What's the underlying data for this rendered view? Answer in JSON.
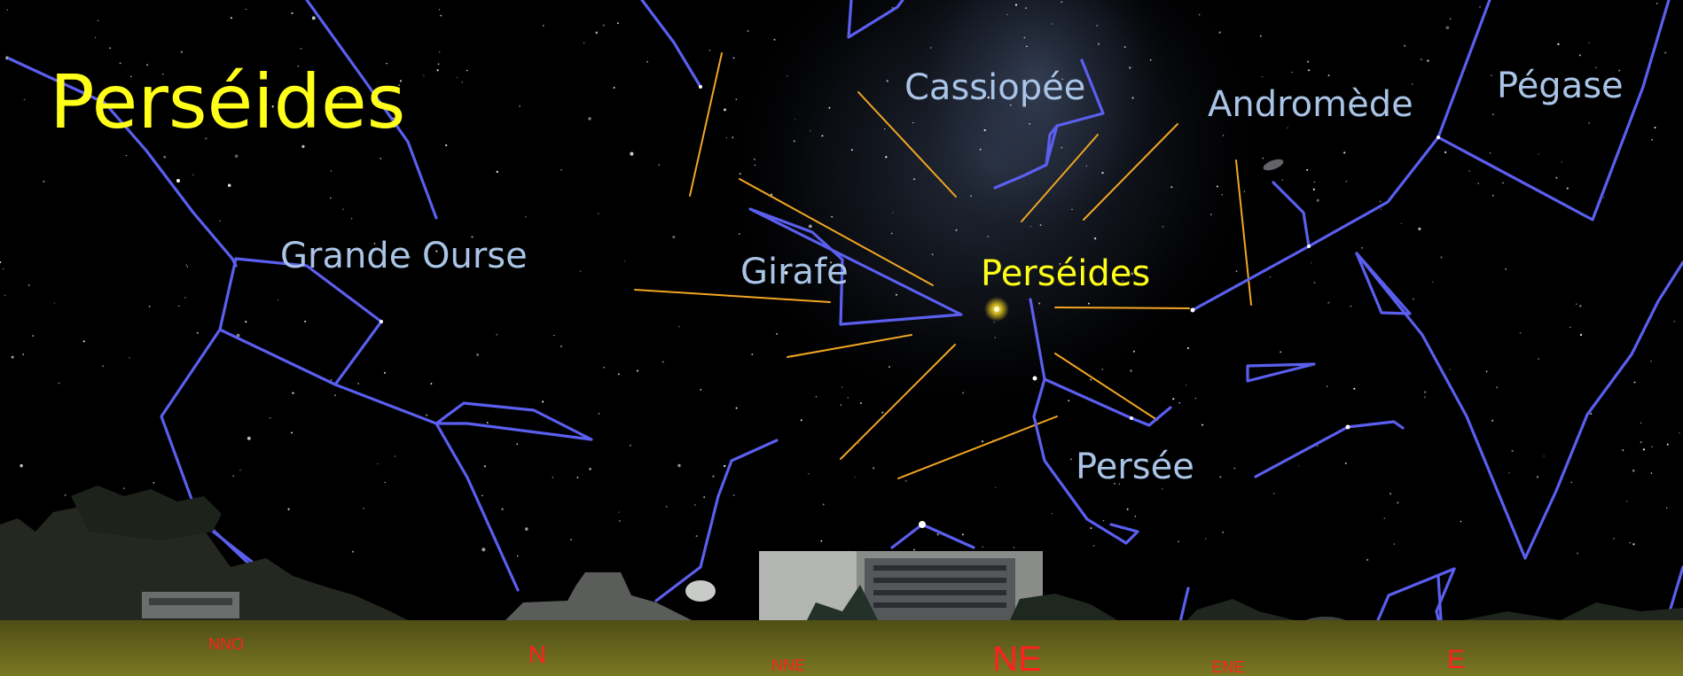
{
  "title": "Perséides",
  "radiant": {
    "label": "Perséides"
  },
  "constellations": [
    {
      "id": "grande-ourse",
      "label": "Grande Ourse"
    },
    {
      "id": "girafe",
      "label": "Girafe"
    },
    {
      "id": "cassiopee",
      "label": "Cassiopée"
    },
    {
      "id": "andromede",
      "label": "Andromède"
    },
    {
      "id": "pegase",
      "label": "Pégase"
    },
    {
      "id": "persee",
      "label": "Persée"
    }
  ],
  "horizon": {
    "directions": [
      "NNO",
      "N",
      "NNE",
      "NE",
      "ENE",
      "E"
    ]
  },
  "colors": {
    "sky": "#000000",
    "constellation_lines": "#5b5ff0",
    "constellation_labels": "#a9c4e6",
    "title": "#ffff1a",
    "meteor_trails": "#f2a623",
    "cardinal_labels": "#ff2020",
    "ground": "#6b6a1c"
  }
}
